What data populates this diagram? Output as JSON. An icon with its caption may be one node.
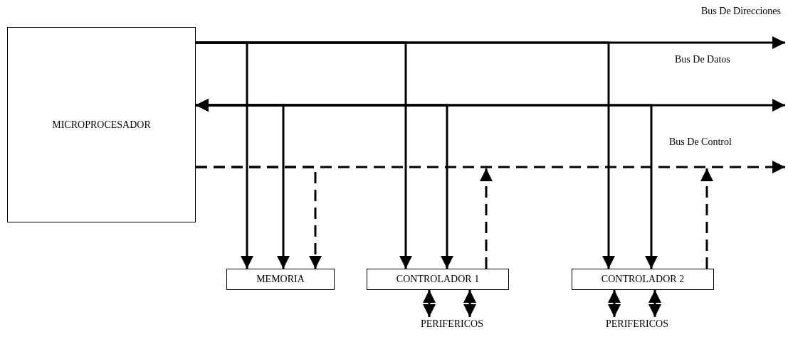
{
  "diagram": {
    "nodes": [
      {
        "text": [
          "MICROPROCESADOR"
        ]
      },
      {
        "text": [
          "MEMORIA"
        ]
      },
      {
        "text": [
          "CONTROLADOR 1"
        ]
      },
      {
        "text": [
          "CONTROLADOR 2"
        ]
      },
      {
        "text": [
          "PERIFERICOS"
        ]
      },
      {
        "text": [
          "PERIFERICOS"
        ]
      }
    ],
    "edges": [
      {
        "from": 0,
        "to": null,
        "arrow": "to"
      },
      {
        "from": 0,
        "to": 1,
        "arrow": "to"
      },
      {
        "from": 0,
        "to": 2,
        "arrow": "to"
      },
      {
        "from": 0,
        "to": 3,
        "arrow": "to"
      },
      {
        "from": 0,
        "to": null,
        "arrow": "both"
      },
      {
        "from": 0,
        "to": 1,
        "arrow": "both"
      },
      {
        "from": 0,
        "to": 2,
        "arrow": "both"
      },
      {
        "from": 0,
        "to": 3,
        "arrow": "both"
      },
      {
        "from": 0,
        "to": null,
        "arrow": "to",
        "style": "dashed"
      },
      {
        "from": 0,
        "to": 1,
        "arrow": "to",
        "style": "dashed"
      },
      {
        "from": 2,
        "to": null,
        "arrow": "to",
        "style": "dashed"
      },
      {
        "from": 3,
        "to": null,
        "arrow": "to",
        "style": "dashed"
      },
      {
        "from": 2,
        "to": 4,
        "arrow": "both"
      },
      {
        "from": 2,
        "to": 4,
        "arrow": "both"
      },
      {
        "from": 3,
        "to": 5,
        "arrow": "both"
      },
      {
        "from": 3,
        "to": 5,
        "arrow": "both"
      }
    ],
    "labels": [
      "Bus De Direcciones",
      "Bus De Datos",
      "Bus De Control"
    ]
  }
}
